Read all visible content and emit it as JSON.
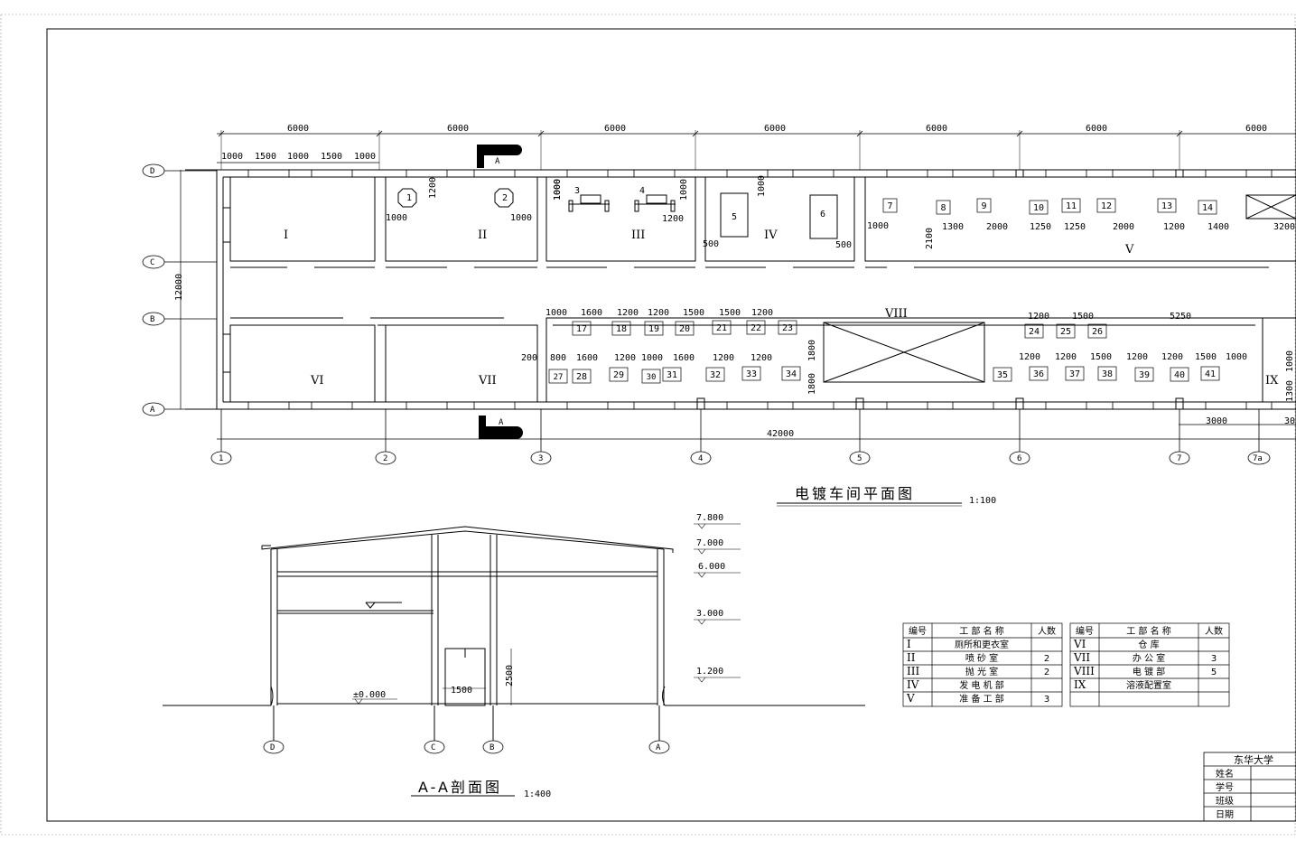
{
  "plan": {
    "axis_rows": [
      "D",
      "C",
      "B",
      "A"
    ],
    "axis_cols": [
      "1",
      "2",
      "3",
      "4",
      "5",
      "6",
      "7",
      "7a"
    ],
    "bay_dims": [
      "6000",
      "6000",
      "6000",
      "6000",
      "6000",
      "6000",
      "6000"
    ],
    "total_length": "42000",
    "total_width": "12000",
    "top_small_dims": [
      "1000",
      "1500",
      "1000",
      "1500",
      "1000"
    ],
    "section_marks": [
      "A",
      "A"
    ],
    "rooms": [
      "I",
      "II",
      "III",
      "IV",
      "V",
      "VI",
      "VII",
      "VIII",
      "IX"
    ],
    "title": "电镀车间平面图",
    "scale": "1:100",
    "equipment": [
      "1",
      "2",
      "3",
      "4",
      "5",
      "6",
      "7",
      "8",
      "9",
      "10",
      "11",
      "12",
      "13",
      "14",
      "17",
      "18",
      "19",
      "20",
      "21",
      "22",
      "23",
      "24",
      "25",
      "26",
      "27",
      "28",
      "29",
      "30",
      "31",
      "32",
      "33",
      "34",
      "35",
      "36",
      "37",
      "38",
      "39",
      "40",
      "41"
    ],
    "dims_top_row": [
      "1000",
      "1200",
      "1000",
      "1000",
      "1000",
      "1000",
      "1200",
      "1000",
      "500",
      "500",
      "1000",
      "1300",
      "2000",
      "1250",
      "1250",
      "2000",
      "1200",
      "1400",
      "3200",
      "2100"
    ],
    "dims_mid_row": [
      "1000",
      "1600",
      "1200",
      "1200",
      "1500",
      "1500",
      "1200",
      "1200",
      "1500",
      "5250"
    ],
    "dims_low_row": [
      "200",
      "800",
      "1600",
      "1200",
      "1000",
      "1600",
      "1200",
      "1200",
      "1200",
      "1200",
      "1500",
      "1200",
      "1200",
      "1500",
      "1000",
      "1300",
      "1000"
    ],
    "dims_vertical": [
      "1800",
      "1800"
    ],
    "dims_right": [
      "3000",
      "30"
    ]
  },
  "section": {
    "title": "A-A剖面图",
    "scale": "1:400",
    "elevations": [
      "7.800",
      "7.000",
      "6.000",
      "3.000",
      "1.200"
    ],
    "ground": "±0.000",
    "door_width": "1500",
    "door_height": "2500",
    "axes": [
      "D",
      "C",
      "B",
      "A"
    ]
  },
  "legend_left": {
    "headers": [
      "编号",
      "工 部 名 称",
      "人数"
    ],
    "rows": [
      [
        "I",
        "厕所和更衣室",
        ""
      ],
      [
        "II",
        "喷 砂 室",
        "2"
      ],
      [
        "III",
        "抛 光 室",
        "2"
      ],
      [
        "IV",
        "发 电 机 部",
        ""
      ],
      [
        "V",
        "准 备 工 部",
        "3"
      ]
    ]
  },
  "legend_right": {
    "headers": [
      "编号",
      "工 部 名 称",
      "人数"
    ],
    "rows": [
      [
        "VI",
        "仓 库",
        ""
      ],
      [
        "VII",
        "办 公 室",
        "3"
      ],
      [
        "VIII",
        "电 镀 部",
        "5"
      ],
      [
        "IX",
        "溶液配置室",
        ""
      ]
    ]
  },
  "titleblock": {
    "school": "东华大学",
    "fields": [
      "姓名",
      "学号",
      "班级",
      "日期"
    ]
  }
}
